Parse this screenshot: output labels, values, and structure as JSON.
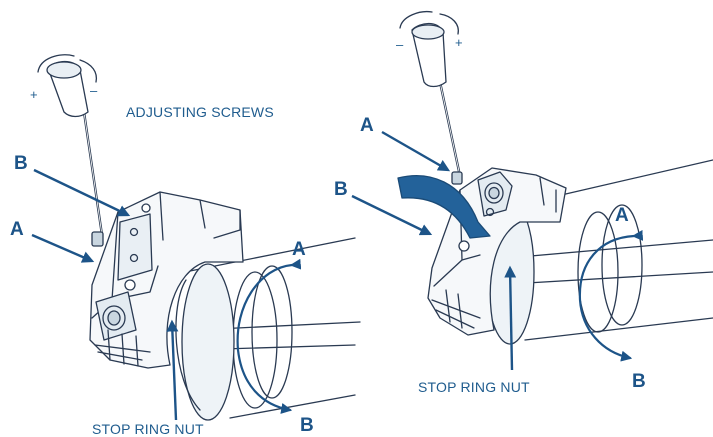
{
  "colors": {
    "accent": "#1d5488",
    "line": "#2a3a52",
    "shade": "#d6e1ea",
    "band": "#23629a"
  },
  "left_panel": {
    "title": "ADJUSTING SCREWS",
    "label_a_upper": "A",
    "label_b_upper": "B",
    "label_a_lower": "A",
    "label_b_lower": "B",
    "screw_minus": "–",
    "screw_plus": "+",
    "caption": "STOP RING NUT"
  },
  "right_panel": {
    "label_a_upper": "A",
    "label_b_upper": "B",
    "label_a_lower": "A",
    "label_b_lower": "B",
    "screw_minus": "–",
    "screw_plus": "+",
    "caption": "STOP RING NUT"
  }
}
